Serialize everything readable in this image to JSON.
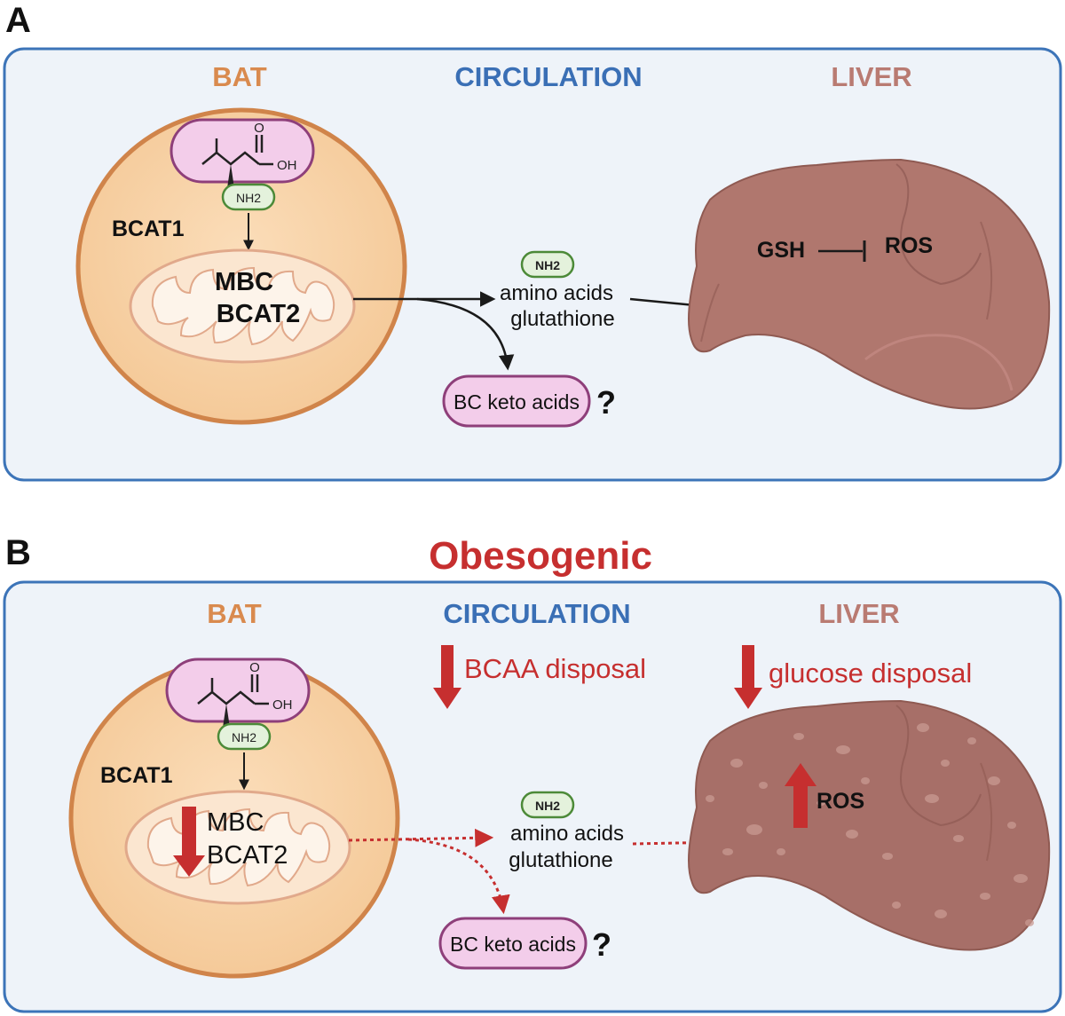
{
  "colors": {
    "bat": "#d98a4e",
    "circulation": "#3a6fb5",
    "liver": "#b97b72",
    "red": "#c62f2f",
    "panel_border": "#3c74b8",
    "panel_fill": "#eef3f9",
    "cell_fill": "#f7d3aa",
    "cell_border": "#d0844a",
    "liver_fill": "#b0776e",
    "pink_fill": "#f3cdea",
    "pink_border": "#8e3f7a",
    "nh2_fill": "#e4f2dc",
    "nh2_border": "#4c8a38"
  },
  "panel_a": {
    "letter": "A",
    "headers": {
      "bat": "BAT",
      "circulation": "CIRCULATION",
      "liver": "LIVER"
    },
    "molecule": {
      "carbonyl_o": "O",
      "hydroxyl": "OH",
      "amine": "NH2"
    },
    "bcat1": "BCAT1",
    "mito_line1": "MBC",
    "mito_line2": "BCAT2",
    "nh2_tag": "NH2",
    "amino_acids": "amino acids",
    "glutathione": "glutathione",
    "keto_acids": "BC keto acids",
    "question": "?",
    "gsh": "GSH",
    "ros": "ROS"
  },
  "panel_b": {
    "letter": "B",
    "title": "Obesogenic",
    "headers": {
      "bat": "BAT",
      "circulation": "CIRCULATION",
      "liver": "LIVER"
    },
    "molecule": {
      "carbonyl_o": "O",
      "hydroxyl": "OH",
      "amine": "NH2"
    },
    "bcat1": "BCAT1",
    "mito_line1": "MBC",
    "mito_line2": "BCAT2",
    "nh2_tag": "NH2",
    "amino_acids": "amino acids",
    "glutathione": "glutathione",
    "keto_acids": "BC keto acids",
    "question": "?",
    "bcaa_disposal": "BCAA disposal",
    "glucose_disposal": "glucose disposal",
    "ros": "ROS"
  }
}
